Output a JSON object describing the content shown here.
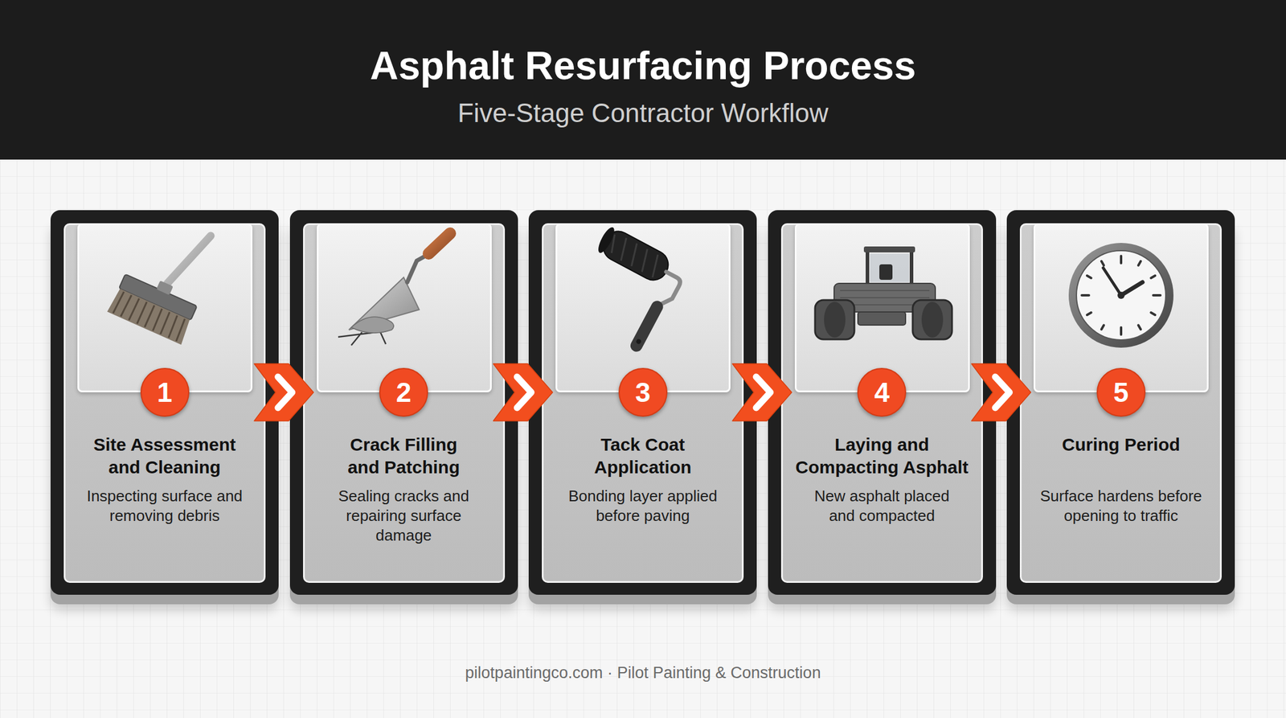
{
  "diagram": {
    "title": "Asphalt Resurfacing Process",
    "caption": "pilotpaintingco.com · Pilot Painting & Construction",
    "nodes": [
      {
        "text": [
          "Site Assessment and Cleaning",
          "Inspecting surface and removing debris"
        ]
      },
      {
        "text": [
          "1"
        ],
        "in": 0
      },
      {
        "text": [
          "Crack Filling and Patching",
          "Sealing cracks and repairing surface damage"
        ]
      },
      {
        "text": [
          "2"
        ],
        "in": 2
      },
      {
        "text": [
          "Tack Coat Application",
          "Bonding layer applied before paving"
        ]
      },
      {
        "text": [
          "3"
        ],
        "in": 4
      },
      {
        "text": [
          "Laying and Compacting Asphalt",
          "New asphalt placed and compacted"
        ]
      },
      {
        "text": [
          "4"
        ],
        "in": 6
      },
      {
        "text": [
          "Curing Period",
          "Surface hardens before opening to traffic"
        ]
      },
      {
        "text": [
          "5"
        ],
        "in": 8
      }
    ],
    "edges": [
      {
        "from": 0,
        "to": 2,
        "arrow": "to"
      },
      {
        "from": 2,
        "to": 4,
        "arrow": "to"
      },
      {
        "from": 4,
        "to": 6,
        "arrow": "to"
      },
      {
        "from": 6,
        "to": 8,
        "arrow": "to"
      }
    ],
    "labels": [
      "Five-Stage Contractor Workflow"
    ]
  }
}
